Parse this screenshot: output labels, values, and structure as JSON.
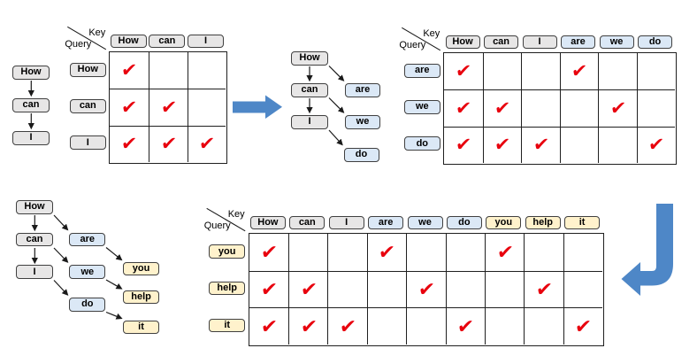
{
  "labels": {
    "key": "Key",
    "query": "Query"
  },
  "check_glyph": "✔",
  "colors": {
    "token_gray": "#E7E6E6",
    "token_blue": "#DBE8F6",
    "token_yellow": "#FFF2CC",
    "token_border": "#404040",
    "grid_line": "#1F1F1F",
    "check_red": "#E8000D",
    "big_arrow_blue": "#4E87C7"
  },
  "step1": {
    "sequence": [
      {
        "label": "How",
        "type": "gray"
      },
      {
        "label": "can",
        "type": "gray"
      },
      {
        "label": "I",
        "type": "gray"
      }
    ],
    "matrix": {
      "keys": [
        {
          "label": "How",
          "type": "gray"
        },
        {
          "label": "can",
          "type": "gray"
        },
        {
          "label": "I",
          "type": "gray"
        }
      ],
      "queries": [
        {
          "label": "How",
          "type": "gray"
        },
        {
          "label": "can",
          "type": "gray"
        },
        {
          "label": "I",
          "type": "gray"
        }
      ],
      "checks": [
        [
          1,
          0,
          0
        ],
        [
          1,
          1,
          0
        ],
        [
          1,
          1,
          1
        ]
      ]
    }
  },
  "step2": {
    "tree": {
      "nodes": [
        {
          "label": "How",
          "type": "gray"
        },
        {
          "label": "can",
          "type": "gray"
        },
        {
          "label": "I",
          "type": "gray"
        },
        {
          "label": "are",
          "type": "blue"
        },
        {
          "label": "we",
          "type": "blue"
        },
        {
          "label": "do",
          "type": "blue"
        }
      ],
      "edges": [
        [
          "How",
          "can"
        ],
        [
          "can",
          "I"
        ],
        [
          "How",
          "are"
        ],
        [
          "can",
          "we"
        ],
        [
          "I",
          "do"
        ]
      ]
    },
    "matrix": {
      "keys": [
        {
          "label": "How",
          "type": "gray"
        },
        {
          "label": "can",
          "type": "gray"
        },
        {
          "label": "I",
          "type": "gray"
        },
        {
          "label": "are",
          "type": "blue"
        },
        {
          "label": "we",
          "type": "blue"
        },
        {
          "label": "do",
          "type": "blue"
        }
      ],
      "queries": [
        {
          "label": "are",
          "type": "blue"
        },
        {
          "label": "we",
          "type": "blue"
        },
        {
          "label": "do",
          "type": "blue"
        }
      ],
      "checks": [
        [
          1,
          0,
          0,
          1,
          0,
          0
        ],
        [
          1,
          1,
          0,
          0,
          1,
          0
        ],
        [
          1,
          1,
          1,
          0,
          0,
          1
        ]
      ]
    }
  },
  "step3": {
    "tree": {
      "nodes": [
        {
          "label": "How",
          "type": "gray"
        },
        {
          "label": "can",
          "type": "gray"
        },
        {
          "label": "I",
          "type": "gray"
        },
        {
          "label": "are",
          "type": "blue"
        },
        {
          "label": "we",
          "type": "blue"
        },
        {
          "label": "do",
          "type": "blue"
        },
        {
          "label": "you",
          "type": "yellow"
        },
        {
          "label": "help",
          "type": "yellow"
        },
        {
          "label": "it",
          "type": "yellow"
        }
      ],
      "edges": [
        [
          "How",
          "can"
        ],
        [
          "can",
          "I"
        ],
        [
          "How",
          "are"
        ],
        [
          "can",
          "we"
        ],
        [
          "I",
          "do"
        ],
        [
          "are",
          "you"
        ],
        [
          "we",
          "help"
        ],
        [
          "do",
          "it"
        ]
      ]
    },
    "matrix": {
      "keys": [
        {
          "label": "How",
          "type": "gray"
        },
        {
          "label": "can",
          "type": "gray"
        },
        {
          "label": "I",
          "type": "gray"
        },
        {
          "label": "are",
          "type": "blue"
        },
        {
          "label": "we",
          "type": "blue"
        },
        {
          "label": "do",
          "type": "blue"
        },
        {
          "label": "you",
          "type": "yellow"
        },
        {
          "label": "help",
          "type": "yellow"
        },
        {
          "label": "it",
          "type": "yellow"
        }
      ],
      "queries": [
        {
          "label": "you",
          "type": "yellow"
        },
        {
          "label": "help",
          "type": "yellow"
        },
        {
          "label": "it",
          "type": "yellow"
        }
      ],
      "checks": [
        [
          1,
          0,
          0,
          1,
          0,
          0,
          1,
          0,
          0
        ],
        [
          1,
          1,
          0,
          0,
          1,
          0,
          0,
          1,
          0
        ],
        [
          1,
          1,
          1,
          0,
          0,
          1,
          0,
          0,
          1
        ]
      ]
    }
  }
}
